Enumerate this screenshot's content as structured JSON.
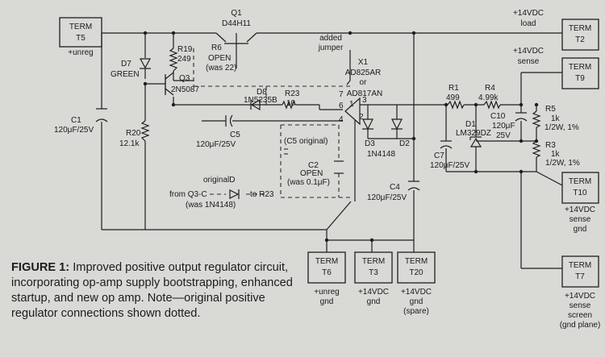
{
  "terminals": {
    "t5": {
      "label": "TERM",
      "id": "T5",
      "note": "+unreg"
    },
    "t2": {
      "label": "TERM",
      "id": "T2",
      "note_top": "+14VDC",
      "note_bottom": "load"
    },
    "t9": {
      "label": "TERM",
      "id": "T9",
      "note_top": "+14VDC",
      "note_bottom": "sense"
    },
    "t10": {
      "label": "TERM",
      "id": "T10",
      "notes": [
        "+14VDC",
        "sense",
        "gnd"
      ]
    },
    "t7": {
      "label": "TERM",
      "id": "T7",
      "notes": [
        "+14VDC",
        "sense",
        "screen",
        "(gnd plane)"
      ]
    },
    "t6": {
      "label": "TERM",
      "id": "T6",
      "notes": [
        "+unreg",
        "gnd"
      ]
    },
    "t3": {
      "label": "TERM",
      "id": "T3",
      "notes": [
        "+14VDC",
        "gnd"
      ]
    },
    "t20": {
      "label": "TERM",
      "id": "T20",
      "notes": [
        "+14VDC",
        "gnd",
        "(spare)"
      ]
    }
  },
  "components": {
    "q1": {
      "ref": "Q1",
      "part": "D44H11"
    },
    "q3": {
      "ref": "Q3",
      "part": "2N5087"
    },
    "r19": {
      "ref": "R19",
      "value": "249"
    },
    "r6": {
      "ref": "R6",
      "value": "OPEN",
      "note": "(was 22)"
    },
    "d7": {
      "ref": "D7",
      "part": "GREEN"
    },
    "d8": {
      "ref": "D8",
      "part": "1N5235B"
    },
    "r23": {
      "ref": "R23",
      "value": "10"
    },
    "c5": {
      "value": "C5",
      "rating": "120μF/25V"
    },
    "c5orig": {
      "label": "(C5 original)"
    },
    "c2": {
      "ref": "C2",
      "value": "OPEN",
      "note": "(was 0.1μF)"
    },
    "c1": {
      "ref": "C1",
      "value": "120μF/25V"
    },
    "r20": {
      "ref": "R20",
      "value": "12.1k"
    },
    "x1": {
      "ref": "X1",
      "part1": "AD825AR",
      "or": "or",
      "part2": "AD817AN"
    },
    "jumper": {
      "line1": "added",
      "line2": "jumper"
    },
    "d3": {
      "ref": "D3"
    },
    "d2": {
      "ref": "D2"
    },
    "d3d2part": {
      "part": "1N4148"
    },
    "r1": {
      "ref": "R1",
      "value": "499"
    },
    "r4": {
      "ref": "R4",
      "value": "4.99k"
    },
    "d1": {
      "ref": "D1",
      "part": "LM329DZ"
    },
    "c10": {
      "ref": "C10",
      "value": "120μF",
      "rating": "25V"
    },
    "r5": {
      "ref": "R5",
      "value": "1k",
      "rating": "1/2W, 1%"
    },
    "r3": {
      "ref": "R3",
      "value": "1k",
      "rating": "1/2W, 1%"
    },
    "c7": {
      "ref": "C7",
      "value": "120μF/25V"
    },
    "c4": {
      "ref": "C4",
      "value": "120μF/25V"
    },
    "orig_d": {
      "label": "originalD",
      "from": "from Q3-C",
      "to": "to R23",
      "was": "(was 1N4148)"
    }
  },
  "pins": [
    "1",
    "2",
    "3",
    "4",
    "6",
    "7"
  ],
  "caption": {
    "label": "FIGURE 1:",
    "text": "Improved positive output regulator circuit, incorporating op-amp supply bootstrapping, enhanced startup, and new op amp. Note—original positive regulator connections shown dotted."
  }
}
